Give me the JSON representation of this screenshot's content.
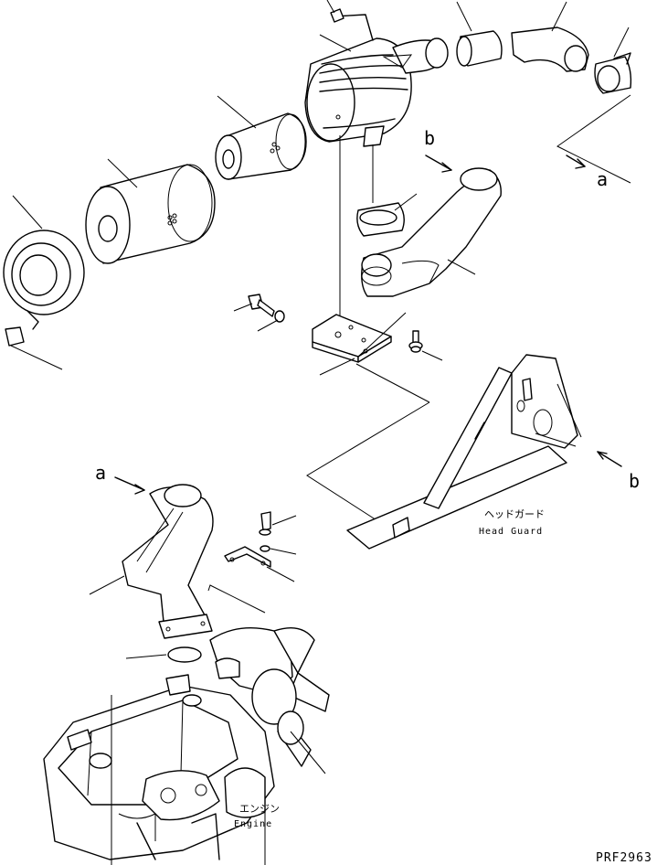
{
  "callouts": {
    "a_top": "a",
    "b_top": "b",
    "b_right": "b",
    "a_bottom": "a"
  },
  "labels": {
    "head_guard_jp": "ヘッドガード",
    "head_guard_en": "Head Guard",
    "engine_jp": "エンジン",
    "engine_en": "Engine"
  },
  "drawing_code": "PRF2963"
}
